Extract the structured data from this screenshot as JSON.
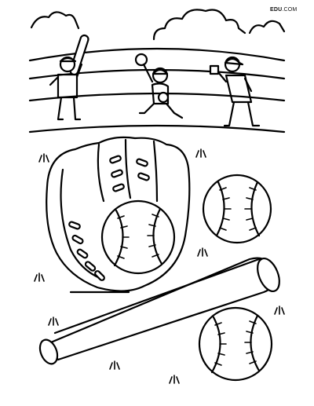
{
  "brand": {
    "part1": "EDU",
    "part2": ".COM"
  },
  "colors": {
    "ink": "#000000",
    "paper": "#ffffff"
  },
  "illustration": {
    "subject": "baseball-coloring-page",
    "items": [
      "clouds",
      "stadium-stands",
      "batter",
      "catcher",
      "pitcher",
      "glove",
      "baseball",
      "bat"
    ]
  }
}
